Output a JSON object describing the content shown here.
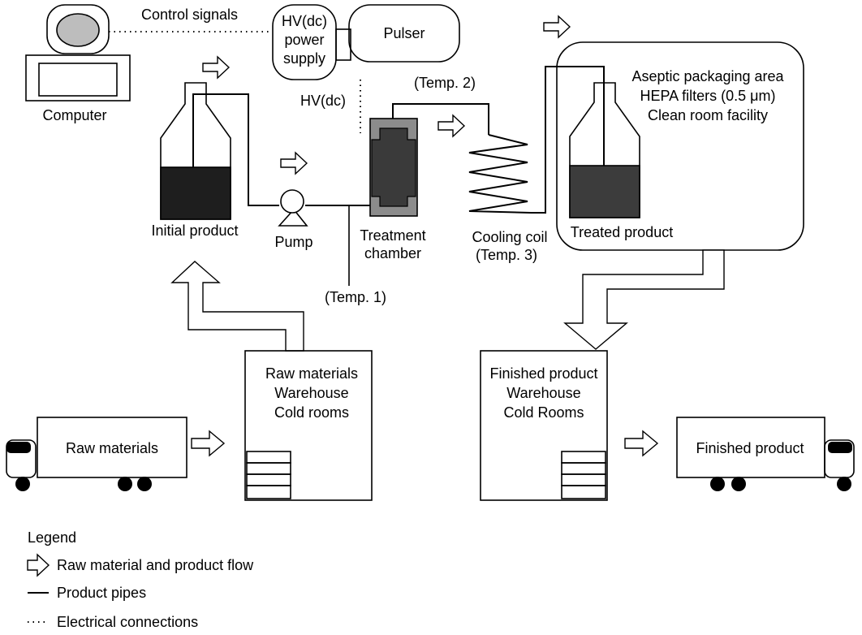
{
  "labels": {
    "control_signals": "Control signals",
    "hv_power_line1": "HV(dc)",
    "hv_power_line2": "power",
    "hv_power_line3": "supply",
    "pulser": "Pulser",
    "computer": "Computer",
    "hv_dc": "HV(dc)",
    "temp2": "(Temp. 2)",
    "temp1": "(Temp. 1)",
    "aseptic_line1": "Aseptic packaging area",
    "aseptic_line2": "HEPA filters (0.5 μm)",
    "aseptic_line3": "Clean room facility",
    "initial_product": "Initial product",
    "pump": "Pump",
    "treatment_line1": "Treatment",
    "treatment_line2": "chamber",
    "cooling_line1": "Cooling coil",
    "cooling_line2": "(Temp. 3)",
    "treated_product": "Treated product",
    "raw_wh_line1": "Raw materials",
    "raw_wh_line2": "Warehouse",
    "raw_wh_line3": "Cold rooms",
    "fin_wh_line1": "Finished product",
    "fin_wh_line2": "Warehouse",
    "fin_wh_line3": "Cold Rooms",
    "raw_truck": "Raw materials",
    "fin_truck": "Finished product"
  },
  "legend": {
    "title": "Legend",
    "flow": "Raw material and product flow",
    "pipes": "Product pipes",
    "electrical": "Electrical connections"
  },
  "colors": {
    "product_fill": "#1e1e1e",
    "treated_fill": "#3c3c3c",
    "chamber_outer": "#8c8c8c",
    "chamber_inner": "#3a3a3a",
    "monitor_screen": "#bdbdbd"
  }
}
